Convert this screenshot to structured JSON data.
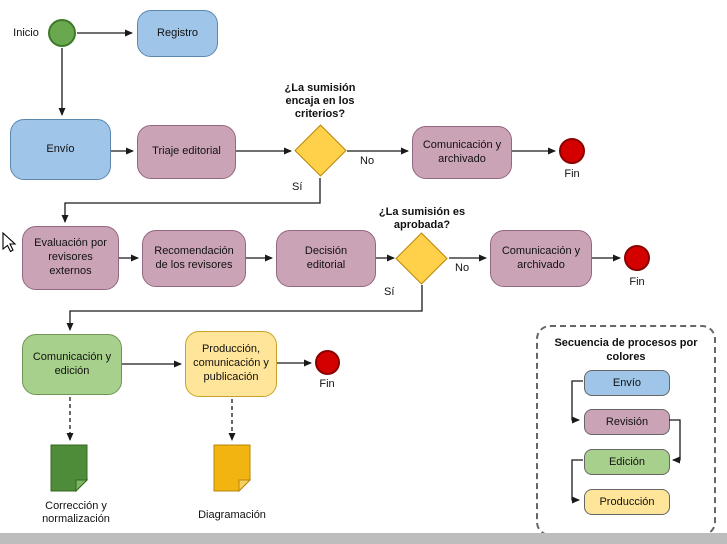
{
  "flow": {
    "inicio_label": "Inicio",
    "registro": "Registro",
    "envio": "Envío",
    "triaje": "Triaje editorial",
    "pregunta_criterios": "¿La sumisión encaja en los criterios?",
    "no_1": "No",
    "si_1": "Sí",
    "comunicacion_archivado_1": "Comunicación y archivado",
    "fin_1": "Fin",
    "evaluacion": "Evaluación por revisores externos",
    "recomendacion": "Recomendación de los revisores",
    "decision_editorial": "Decisión editorial",
    "pregunta_aprobada": "¿La sumisión es aprobada?",
    "no_2": "No",
    "si_2": "Sí",
    "comunicacion_archivado_2": "Comunicación y archivado",
    "fin_2": "Fin",
    "comunicacion_edicion": "Comunicación y edición",
    "produccion": "Producción, comunicación y publicación",
    "fin_3": "Fin",
    "correccion": "Corrección y normalización",
    "diagramacion": "Diagramación"
  },
  "legend": {
    "title": "Secuencia de procesos por colores",
    "items": [
      {
        "label": "Envío",
        "color": "#9fc5e8"
      },
      {
        "label": "Revisión",
        "color": "#cba3b6"
      },
      {
        "label": "Edición",
        "color": "#a8d08d"
      },
      {
        "label": "Producción",
        "color": "#ffe599"
      }
    ]
  },
  "icons": {
    "start_circle": "start-node",
    "end_circle": "end-node",
    "document_green": "document-note",
    "document_yellow": "document-note",
    "cursor": "mouse-pointer"
  },
  "colors": {
    "process_blue": "#9fc5e8",
    "process_pink": "#cba3b6",
    "process_green": "#a8d08d",
    "process_yellow": "#ffe599",
    "decision_yellow": "#ffd04a",
    "start_green": "#6aa84f",
    "end_red": "#d40000",
    "note_green": "#4e8c3a",
    "note_yellow": "#f2b411"
  }
}
